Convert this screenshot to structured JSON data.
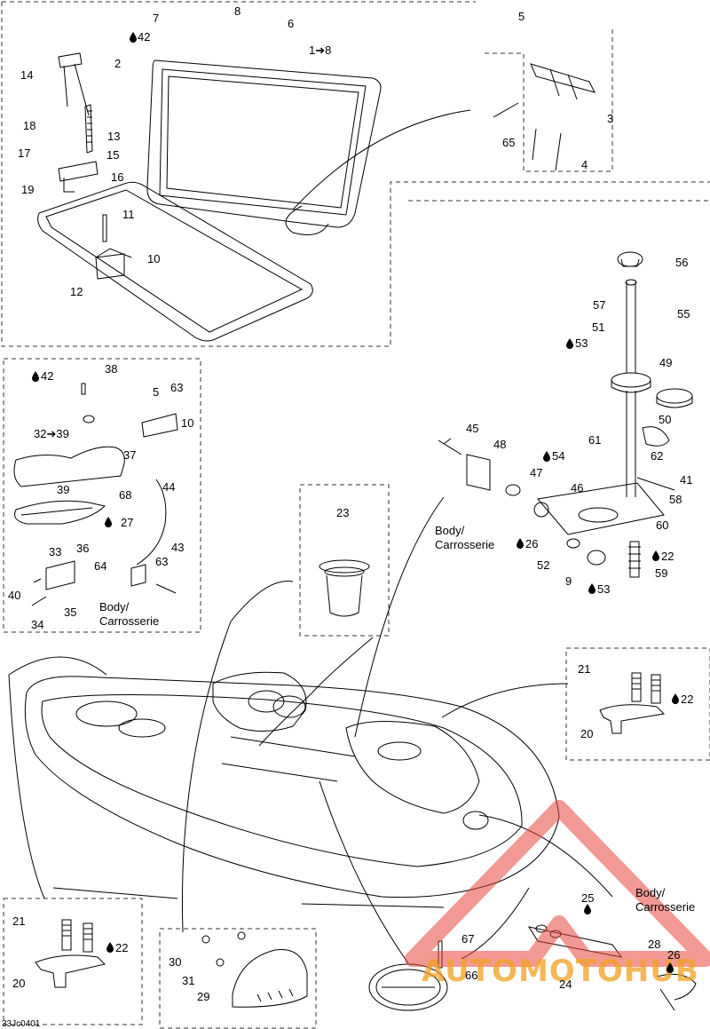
{
  "diagram_code": "33Jc0401",
  "callouts": [
    {
      "id": "p7",
      "label": "7"
    },
    {
      "id": "p8",
      "label": "8"
    },
    {
      "id": "p6",
      "label": "6"
    },
    {
      "id": "p42top",
      "label": "42"
    },
    {
      "id": "p1to8",
      "label": "1➔8"
    },
    {
      "id": "p5top",
      "label": "5"
    },
    {
      "id": "p14",
      "label": "14"
    },
    {
      "id": "p2",
      "label": "2"
    },
    {
      "id": "p3",
      "label": "3"
    },
    {
      "id": "p13",
      "label": "13"
    },
    {
      "id": "p18",
      "label": "18"
    },
    {
      "id": "p65",
      "label": "65"
    },
    {
      "id": "p17",
      "label": "17"
    },
    {
      "id": "p15",
      "label": "15"
    },
    {
      "id": "p4",
      "label": "4"
    },
    {
      "id": "p16",
      "label": "16"
    },
    {
      "id": "p19",
      "label": "19"
    },
    {
      "id": "p11",
      "label": "11"
    },
    {
      "id": "p10top",
      "label": "10"
    },
    {
      "id": "p12",
      "label": "12"
    },
    {
      "id": "p56",
      "label": "56"
    },
    {
      "id": "p57",
      "label": "57"
    },
    {
      "id": "p55",
      "label": "55"
    },
    {
      "id": "p51",
      "label": "51"
    },
    {
      "id": "p53a",
      "label": "53"
    },
    {
      "id": "p49",
      "label": "49"
    },
    {
      "id": "p38",
      "label": "38"
    },
    {
      "id": "p42mid",
      "label": "42"
    },
    {
      "id": "p5mid",
      "label": "5"
    },
    {
      "id": "p63a",
      "label": "63"
    },
    {
      "id": "p50",
      "label": "50"
    },
    {
      "id": "p10mid",
      "label": "10"
    },
    {
      "id": "p32to39",
      "label": "32➔39"
    },
    {
      "id": "p45",
      "label": "45"
    },
    {
      "id": "p48",
      "label": "48"
    },
    {
      "id": "p61",
      "label": "61"
    },
    {
      "id": "p37",
      "label": "37"
    },
    {
      "id": "p54",
      "label": "54"
    },
    {
      "id": "p62",
      "label": "62"
    },
    {
      "id": "p47",
      "label": "47"
    },
    {
      "id": "p41",
      "label": "41"
    },
    {
      "id": "p44",
      "label": "44"
    },
    {
      "id": "p39",
      "label": "39"
    },
    {
      "id": "p68",
      "label": "68"
    },
    {
      "id": "p46",
      "label": "46"
    },
    {
      "id": "p58",
      "label": "58"
    },
    {
      "id": "p27",
      "label": "27"
    },
    {
      "id": "p23",
      "label": "23"
    },
    {
      "id": "p60",
      "label": "60"
    },
    {
      "id": "p43",
      "label": "43"
    },
    {
      "id": "p26a",
      "label": "26"
    },
    {
      "id": "p22a",
      "label": "22"
    },
    {
      "id": "p33",
      "label": "33"
    },
    {
      "id": "p36",
      "label": "36"
    },
    {
      "id": "p63b",
      "label": "63"
    },
    {
      "id": "p52",
      "label": "52"
    },
    {
      "id": "p64",
      "label": "64"
    },
    {
      "id": "p59",
      "label": "59"
    },
    {
      "id": "p9",
      "label": "9"
    },
    {
      "id": "p53b",
      "label": "53"
    },
    {
      "id": "p40",
      "label": "40"
    },
    {
      "id": "p35",
      "label": "35"
    },
    {
      "id": "p34",
      "label": "34"
    },
    {
      "id": "p21a",
      "label": "21"
    },
    {
      "id": "p22b",
      "label": "22"
    },
    {
      "id": "p20a",
      "label": "20"
    },
    {
      "id": "p25",
      "label": "25"
    },
    {
      "id": "p21b",
      "label": "21"
    },
    {
      "id": "p67",
      "label": "67"
    },
    {
      "id": "p28",
      "label": "28"
    },
    {
      "id": "p22c",
      "label": "22"
    },
    {
      "id": "p30",
      "label": "30"
    },
    {
      "id": "p26b",
      "label": "26"
    },
    {
      "id": "p20b",
      "label": "20"
    },
    {
      "id": "p66",
      "label": "66"
    },
    {
      "id": "p31",
      "label": "31"
    },
    {
      "id": "p24",
      "label": "24"
    },
    {
      "id": "p29",
      "label": "29"
    }
  ],
  "body_labels": {
    "mid_left_line1": "Body/",
    "mid_left_line2": "Carrosserie",
    "right_line1": "Body/",
    "right_line2": "Carrosserie",
    "bottom_right_line1": "Body/",
    "bottom_right_line2": "Carrosserie"
  },
  "watermark": {
    "brand": "AUTOMOTOHUB",
    "color_primary": "#e8453c",
    "color_secondary": "#f0a020"
  },
  "colors": {
    "line": "#000000",
    "dash": "#333333",
    "background": "#ffffff"
  }
}
